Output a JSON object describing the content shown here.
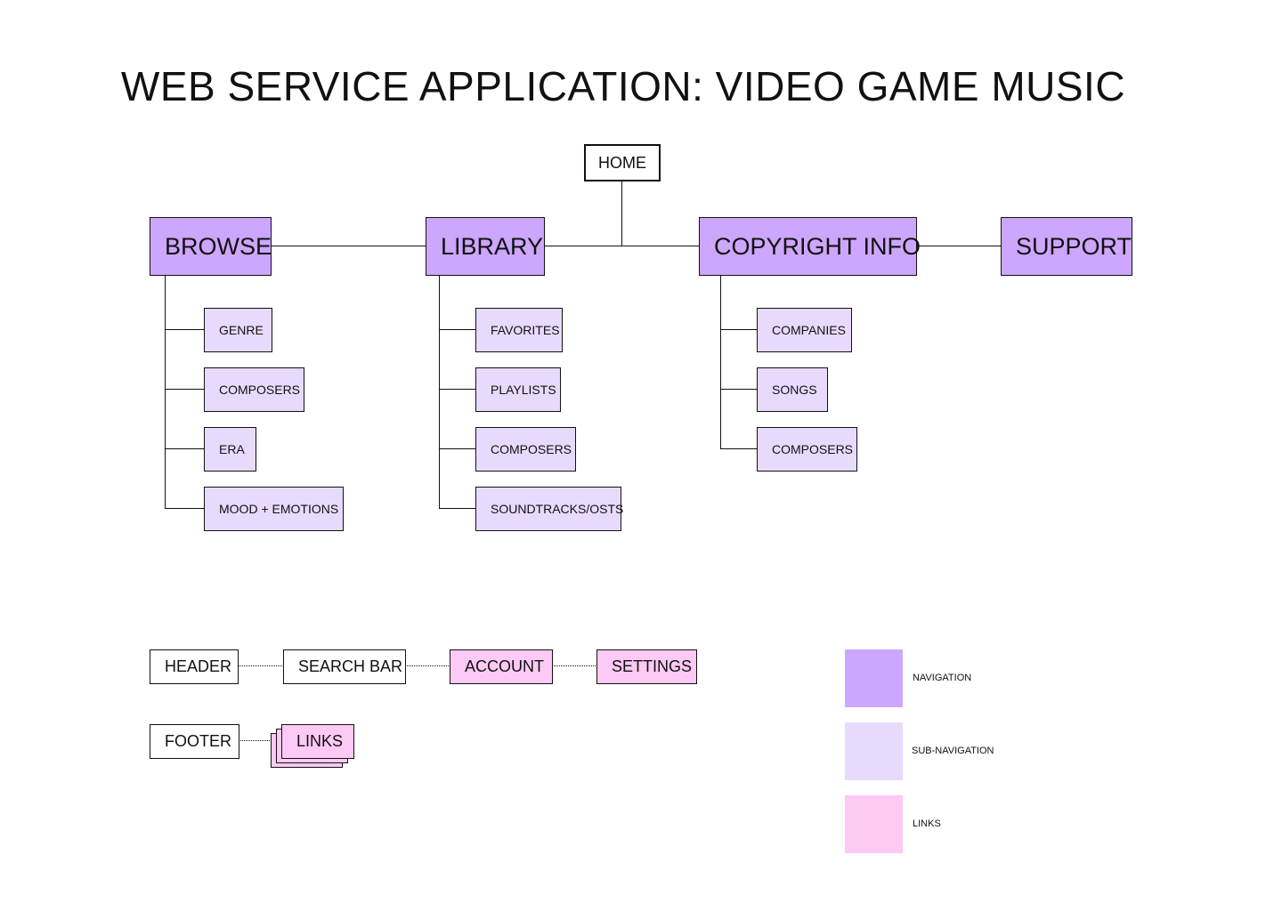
{
  "title": "WEB SERVICE APPLICATION: VIDEO GAME MUSIC",
  "colors": {
    "navigation": "#cda6fd",
    "sub_navigation": "#e8dafd",
    "links": "#fdc9f5"
  },
  "home": "HOME",
  "nav": {
    "browse": {
      "label": "BROWSE",
      "children": [
        "GENRE",
        "COMPOSERS",
        "ERA",
        "MOOD + EMOTIONS"
      ]
    },
    "library": {
      "label": "LIBRARY",
      "children": [
        "FAVORITES",
        "PLAYLISTS",
        "COMPOSERS",
        "SOUNDTRACKS/OSTS"
      ]
    },
    "copyright": {
      "label": "COPYRIGHT INFO",
      "children": [
        "COMPANIES",
        "SONGS",
        "COMPOSERS"
      ]
    },
    "support": {
      "label": "SUPPORT"
    }
  },
  "header_row": {
    "header": "HEADER",
    "search_bar": "SEARCH BAR",
    "account": "ACCOUNT",
    "settings": "SETTINGS"
  },
  "footer_row": {
    "footer": "FOOTER",
    "links": "LINKS"
  },
  "legend": {
    "navigation": "NAVIGATION",
    "sub_navigation": "SUB-NAVIGATION",
    "links": "LINKS"
  }
}
